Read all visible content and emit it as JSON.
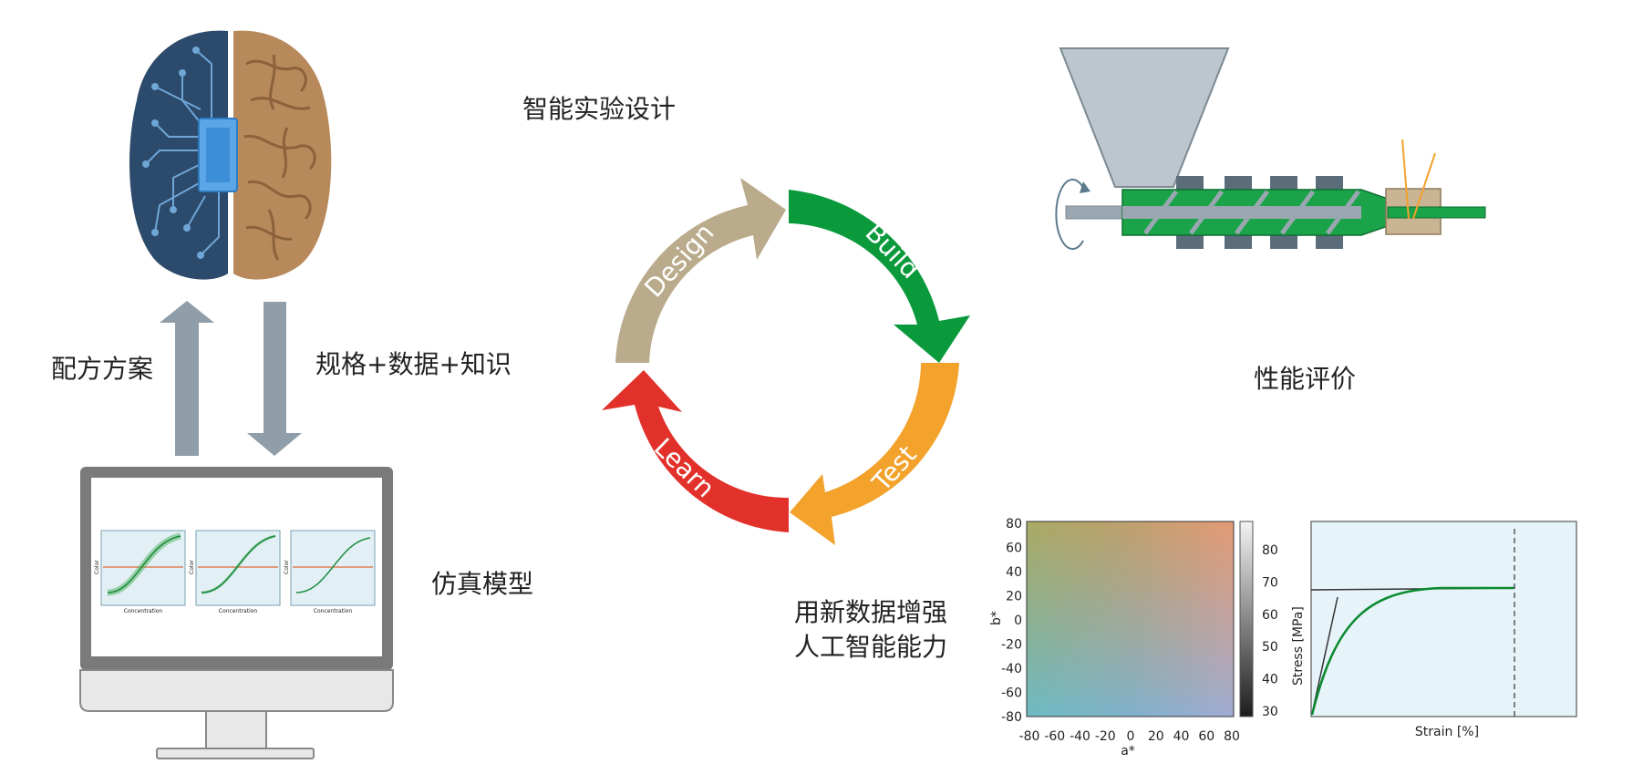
{
  "labels": {
    "smart_design": "智能实验设计",
    "formula_plan": "配方方案",
    "specs_data": "规格+数据+知识",
    "performance": "性能评价",
    "simulation": "仿真模型",
    "enhance_line1": "用新数据增强",
    "enhance_line2": "人工智能能力"
  },
  "cycle": {
    "design": "Design",
    "build": "Build",
    "test": "Test",
    "learn": "Learn"
  },
  "monitor_charts": {
    "ylabel": "Color",
    "xlabel": "Concentration"
  },
  "color_chart": {
    "xlabel": "a*",
    "ylabel": "b*",
    "xticks": [
      "-80",
      "-60",
      "-40",
      "-20",
      "0",
      "20",
      "40",
      "60",
      "80"
    ],
    "yticks": [
      "80",
      "60",
      "40",
      "20",
      "0",
      "-20",
      "-40",
      "-60",
      "-80"
    ],
    "cbar_ticks": [
      "80",
      "70",
      "60",
      "50",
      "40",
      "30"
    ]
  },
  "stress_chart": {
    "xlabel": "Strain [%]",
    "ylabel": "Stress [MPa]"
  },
  "colors": {
    "design": "#b9ab8c",
    "build": "#0a9a3c",
    "test": "#f3a22c",
    "learn": "#e2312a",
    "arrow_grey": "#8f9ea8",
    "brain_left": "#2c4a6b",
    "brain_right": "#b8895a",
    "hopper": "#bcc6cc",
    "extruder_green": "#1aa348"
  }
}
